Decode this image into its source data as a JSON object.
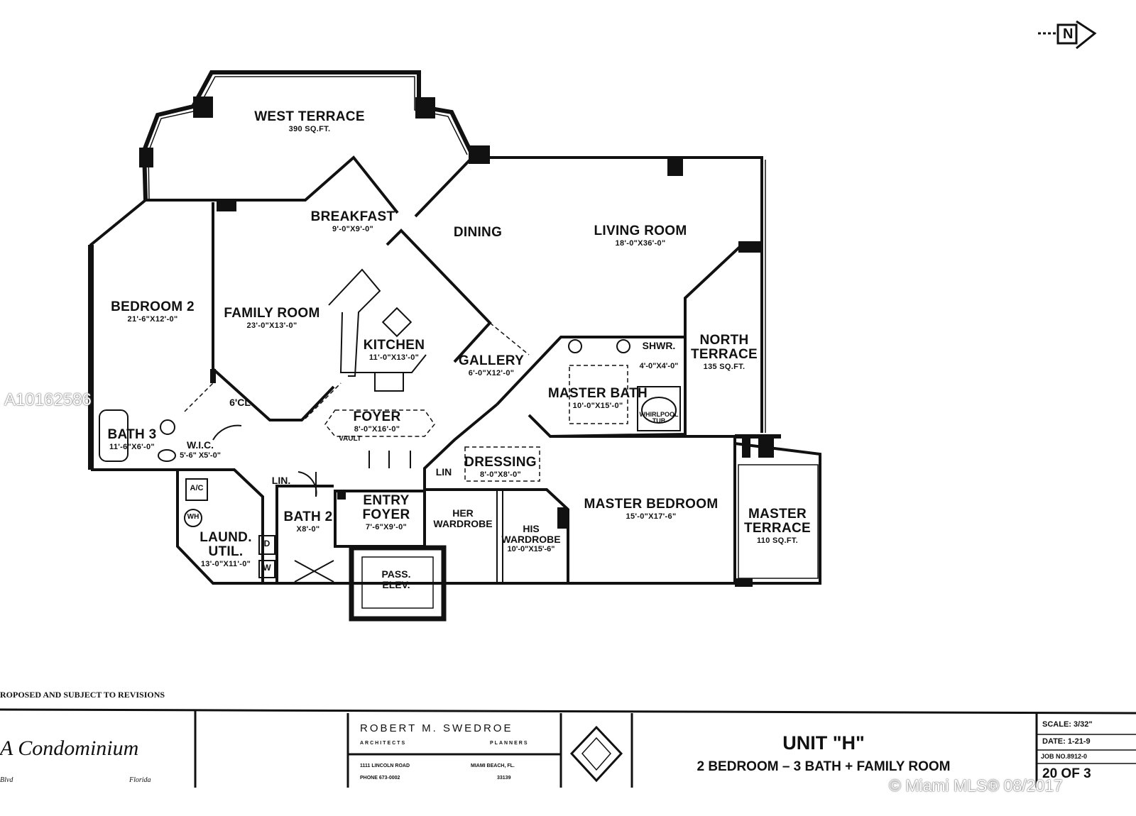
{
  "rooms": [
    {
      "name": "WEST TERRACE",
      "dim": "390 SQ.FT."
    },
    {
      "name": "BREAKFAST",
      "dim": "9'-0\"X9'-0\""
    },
    {
      "name": "DINING",
      "dim": ""
    },
    {
      "name": "LIVING ROOM",
      "dim": "18'-0\"X36'-0\""
    },
    {
      "name": "BEDROOM 2",
      "dim": "21'-6\"X12'-0\""
    },
    {
      "name": "FAMILY ROOM",
      "dim": "23'-0\"X13'-0\""
    },
    {
      "name": "KITCHEN",
      "dim": "11'-0\"X13'-0\""
    },
    {
      "name": "GALLERY",
      "dim": "6'-0\"X12'-0\""
    },
    {
      "name": "MASTER BATH",
      "dim": "10'-0\"X15'-0\""
    },
    {
      "name": "SHWR.",
      "dim": "4'-0\"X4'-0\""
    },
    {
      "name": "NORTH TERRACE",
      "dim": "135 SQ.FT."
    },
    {
      "name": "BATH 3",
      "dim": "11'-6\"X6'-0\""
    },
    {
      "name": "W.I.C.",
      "dim": "5'-6\" X5'-0\""
    },
    {
      "name": "6'CL",
      "dim": ""
    },
    {
      "name": "FOYER",
      "dim": "8'-0\"X16'-0\""
    },
    {
      "name": "VAULT",
      "dim": ""
    },
    {
      "name": "DRESSING",
      "dim": "8'-0\"X8'-0\""
    },
    {
      "name": "LIN.",
      "dim": ""
    },
    {
      "name": "LIN",
      "dim": ""
    },
    {
      "name": "MASTER BEDROOM",
      "dim": "15'-0\"X17'-6\""
    },
    {
      "name": "MASTER TERRACE",
      "dim": "110 SQ.FT."
    },
    {
      "name": "ENTRY FOYER",
      "dim": "7'-6\"X9'-0\""
    },
    {
      "name": "BATH 2",
      "dim": "X8'-0\""
    },
    {
      "name": "HER WARDROBE",
      "dim": ""
    },
    {
      "name": "HIS WARDROBE",
      "dim": "10'-0\"X15'-6\""
    },
    {
      "name": "LAUND. UTIL.",
      "dim": "13'-0\"X11'-0\""
    },
    {
      "name": "PASS. ELEV.",
      "dim": ""
    },
    {
      "name": "WHIRLPOOL TUB",
      "dim": ""
    },
    {
      "name": "A/C",
      "dim": ""
    },
    {
      "name": "WH",
      "dim": ""
    },
    {
      "name": "D",
      "dim": ""
    },
    {
      "name": "W",
      "dim": ""
    }
  ],
  "compass": {
    "label": "N"
  },
  "note": "ROPOSED AND SUBJECT TO REVISIONS",
  "title_block": {
    "project": "A Condominium",
    "project_sub_left": "Blvd",
    "project_sub_right": "Florida",
    "architect": "ROBERT M. SWEDROE",
    "architect_left": "ARCHITECTS",
    "architect_right": "PLANNERS",
    "address": "1111 LINCOLN ROAD",
    "city": "MIAMI BEACH, FL.",
    "phone": "PHONE 673-0002",
    "zip": "33139",
    "unit": "UNIT \"H\"",
    "unit_desc": "2 BEDROOM – 3 BATH + FAMILY ROOM",
    "scale": "SCALE: 3/32\"",
    "date": "DATE: 1-21-9",
    "job": "JOB NO.8912-0",
    "sheet": "20 OF 3"
  },
  "watermarks": {
    "listing_id": "A10162586",
    "copyright": "© Miami MLS® 08/2017"
  }
}
